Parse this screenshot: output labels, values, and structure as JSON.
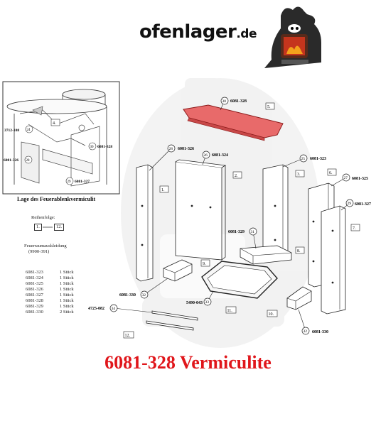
{
  "brand": {
    "name": "ofenlager",
    "tld": ".de"
  },
  "title": "6081-328 Vermiculite",
  "inset": {
    "caption": "Lage des Feuerablenkvermiculit",
    "labels": {
      "n4": "4.",
      "n24": "24",
      "p3712": "3712-108",
      "n30": "30",
      "p6081_328": "6081-328",
      "n28": "28",
      "p6081_326": "6081-326",
      "n29": "29",
      "p6081_327": "6081-327"
    }
  },
  "sequence": {
    "heading": "Reihenfolge:",
    "from": "1.",
    "to": "12."
  },
  "legend": {
    "heading": "Feuerraumauskleidung",
    "subheading": "(9900-391)",
    "rows": [
      {
        "part": "6081-323",
        "qty": "1 Stück"
      },
      {
        "part": "6081-324",
        "qty": "1 Stück"
      },
      {
        "part": "6081-325",
        "qty": "1 Stück"
      },
      {
        "part": "6081-326",
        "qty": "1 Stück"
      },
      {
        "part": "6081-327",
        "qty": "1 Stück"
      },
      {
        "part": "6081-328",
        "qty": "1 Stück"
      },
      {
        "part": "6081-329",
        "qty": "1 Stück"
      },
      {
        "part": "6081-330",
        "qty": "2 Stück"
      }
    ]
  },
  "callouts": {
    "c30": "30",
    "p6081_328": "6081-328",
    "s5": "5.",
    "c28": "28",
    "p6081_326": "6081-326",
    "s1": "1.",
    "c26": "26",
    "p6081_324": "6081-324",
    "s2": "2.",
    "c25": "25",
    "p6081_323": "6081-323",
    "s3": "3.",
    "s6": "6.",
    "c27": "27",
    "p6081_325": "6081-325",
    "c29": "29",
    "p6081_327": "6081-327",
    "s7": "7.",
    "p6081_329": "6081-329",
    "c31": "31",
    "s8": "8.",
    "s9": "9.",
    "p6081_330a": "6081-330",
    "c32a": "32",
    "p5490": "5490-043",
    "c33": "33",
    "s11": "11.",
    "s10": "10.",
    "c32b": "32",
    "p6081_330b": "6081-330",
    "p4725": "4725-082",
    "c34": "34",
    "s12": "12."
  },
  "colors": {
    "highlight": "#e86a6a",
    "title": "#e0161b",
    "line": "#222222"
  }
}
